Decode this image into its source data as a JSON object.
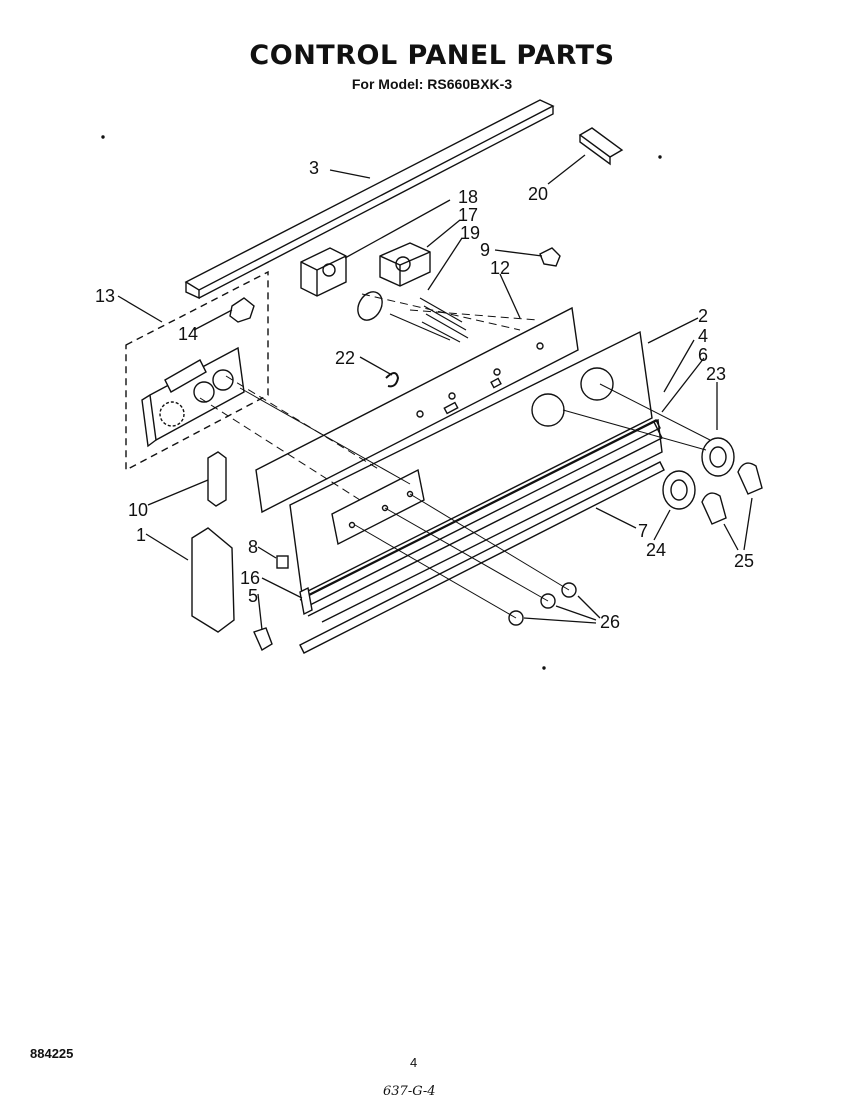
{
  "title": "CONTROL PANEL PARTS",
  "model_prefix": "For Model:",
  "model_number": "RS660BXK-3",
  "callouts": {
    "c1": "1",
    "c2": "2",
    "c3": "3",
    "c4": "4",
    "c5": "5",
    "c6": "6",
    "c7": "7",
    "c8": "8",
    "c9": "9",
    "c10": "10",
    "c12": "12",
    "c13": "13",
    "c14": "14",
    "c16": "16",
    "c17": "17",
    "c18": "18",
    "c19": "19",
    "c20": "20",
    "c22": "22",
    "c23": "23",
    "c24": "24",
    "c25": "25",
    "c26": "26"
  },
  "footer": {
    "doc_number": "884225",
    "page": "4",
    "handwritten": "637-G-4"
  }
}
